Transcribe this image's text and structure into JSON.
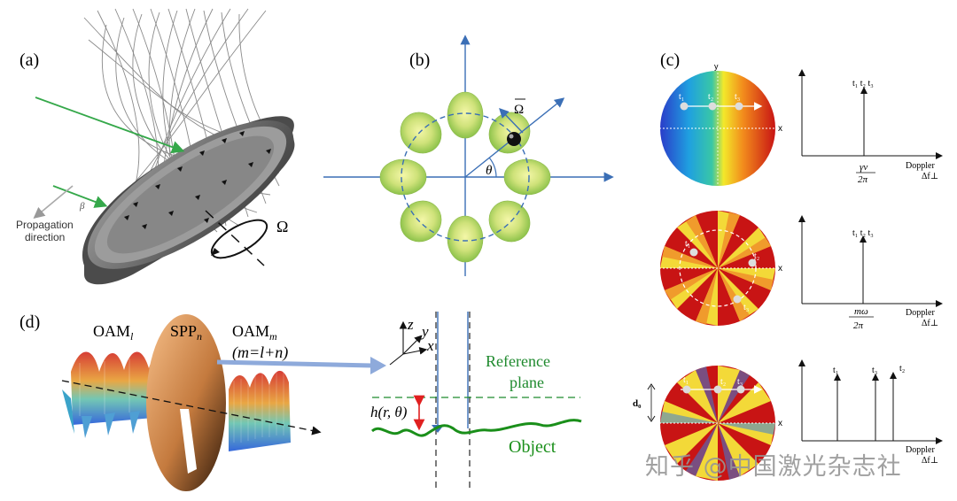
{
  "panels": {
    "a": {
      "label": "(a)",
      "beta": "β",
      "omega": "Ω",
      "propagation_line1": "Propagation",
      "propagation_line2": "direction"
    },
    "b": {
      "label": "(b)",
      "omega_vec": "Ω",
      "theta": "θ"
    },
    "c": {
      "label": "(c)",
      "rows": [
        {
          "times": "t₁ t₂ t₃",
          "tick": "",
          "num": "γν",
          "den": "2π",
          "xlabel1": "Doppler",
          "xlabel2": "Δf⊥",
          "points": [
            "t₁",
            "t₂",
            "t₃"
          ]
        },
        {
          "times": "t₁ t₂ t₃",
          "tick": "",
          "num": "mω",
          "den": "2π",
          "xlabel1": "Doppler",
          "xlabel2": "Δf⊥",
          "points": [
            "t₁",
            "t₂",
            "t₃"
          ]
        },
        {
          "times_split": [
            "t₁",
            "t₃",
            "t₂"
          ],
          "num": "",
          "den": "",
          "xlabel1": "Doppler",
          "xlabel2": "Δf⊥",
          "points": [
            "t₁",
            "t₂",
            "t₃"
          ],
          "d0": "d₀"
        }
      ],
      "axis_x": "x",
      "axis_y": "y"
    },
    "d": {
      "label": "(d)",
      "oam_l_base": "OAM",
      "oam_l_sub": "l",
      "spp_base": "SPP",
      "spp_sub": "n",
      "oam_m_base": "OAM",
      "oam_m_sub": "m",
      "relation": "(m=l+n)",
      "axis_z": "z",
      "axis_y": "y",
      "axis_x": "x",
      "reference_line1": "Reference",
      "reference_line2": "plane",
      "height": "h(r, θ)",
      "object": "Object"
    }
  },
  "watermark": "知乎 @中国激光杂志社",
  "colors": {
    "blue_axis": "#3b6fb6",
    "green_text": "#1f8a2e",
    "object_green": "#1a8f1a",
    "arrow_light_blue": "#8eaadb",
    "red_arrow": "#e02020"
  }
}
